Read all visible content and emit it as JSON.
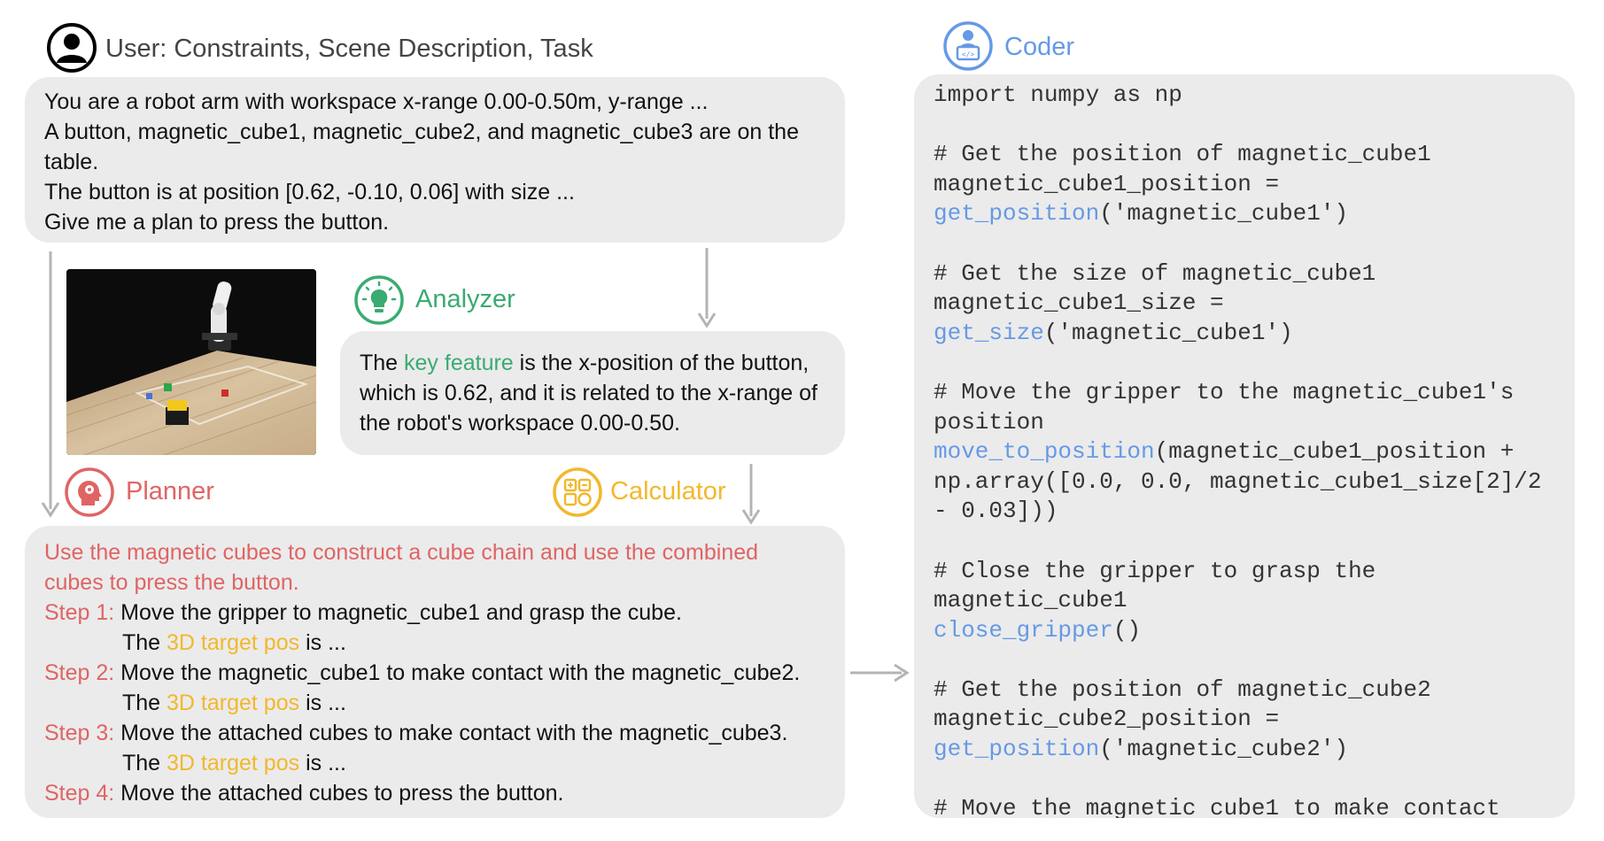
{
  "colors": {
    "bubble_bg": "#ebebeb",
    "analyzer_green": "#3aab72",
    "planner_red": "#e06464",
    "calculator_yellow": "#f2b82c",
    "coder_blue": "#6699e6",
    "arrow_gray": "#b4b4b4",
    "code_text": "#333333"
  },
  "user": {
    "icon": "user-avatar-icon",
    "label": "User: Constraints, Scene Description, Task",
    "lines": [
      "You are a robot arm with workspace x-range 0.00-0.50m, y-range ...",
      "A button, magnetic_cube1, magnetic_cube2, and magnetic_cube3 are on the",
      "table.",
      "The button is at position [0.62, -0.10, 0.06] with size ...",
      "Give me a plan to press the button."
    ]
  },
  "analyzer": {
    "icon": "lightbulb-icon",
    "label": "Analyzer",
    "line1_pre": "The ",
    "line1_highlight": "key feature",
    "line1_post": " is the x-position of the button,",
    "line2": "which is 0.62, and it is related to the x-range of",
    "line3": "the robot's workspace 0.00-0.50."
  },
  "planner": {
    "icon": "brain-head-icon",
    "label": "Planner",
    "intro": [
      "Use the magnetic cubes to construct a cube chain and use the combined",
      "cubes to press the button."
    ],
    "steps": [
      {
        "prefix": "Step 1:",
        "text": " Move the gripper to magnetic_cube1 and grasp the cube.",
        "sub": true
      },
      {
        "prefix": "Step 2:",
        "text": " Move the magnetic_cube1 to make contact with the magnetic_cube2.",
        "sub": true
      },
      {
        "prefix": "Step 3:",
        "text": " Move the attached cubes to make contact with the magnetic_cube3.",
        "sub": true
      },
      {
        "prefix": "Step 4:",
        "text": " Move the attached cubes to press the button.",
        "sub": false
      }
    ],
    "sub_pre": "The ",
    "sub_highlight": "3D target pos",
    "sub_post": " is ..."
  },
  "calculator": {
    "icon": "calculator-icon",
    "label": "Calculator"
  },
  "coder": {
    "icon": "coder-laptop-icon",
    "label": "Coder",
    "code_lines": [
      [
        {
          "t": "import numpy as np"
        }
      ],
      [
        {
          "t": ""
        }
      ],
      [
        {
          "t": "# Get the position of magnetic_cube1"
        }
      ],
      [
        {
          "t": "magnetic_cube1_position ="
        }
      ],
      [
        {
          "t": "get_position",
          "fn": true
        },
        {
          "t": "('magnetic_cube1')"
        }
      ],
      [
        {
          "t": ""
        }
      ],
      [
        {
          "t": "# Get the size of magnetic_cube1"
        }
      ],
      [
        {
          "t": "magnetic_cube1_size ="
        }
      ],
      [
        {
          "t": "get_size",
          "fn": true
        },
        {
          "t": "('magnetic_cube1')"
        }
      ],
      [
        {
          "t": ""
        }
      ],
      [
        {
          "t": "# Move the gripper to the magnetic_cube1's"
        }
      ],
      [
        {
          "t": "position"
        }
      ],
      [
        {
          "t": "move_to_position",
          "fn": true
        },
        {
          "t": "(magnetic_cube1_position +"
        }
      ],
      [
        {
          "t": "np.array([0.0, 0.0, magnetic_cube1_size[2]/2"
        }
      ],
      [
        {
          "t": "- 0.03]))"
        }
      ],
      [
        {
          "t": ""
        }
      ],
      [
        {
          "t": "# Close the gripper to grasp the"
        }
      ],
      [
        {
          "t": "magnetic_cube1"
        }
      ],
      [
        {
          "t": "close_gripper",
          "fn": true
        },
        {
          "t": "()"
        }
      ],
      [
        {
          "t": ""
        }
      ],
      [
        {
          "t": "# Get the position of magnetic_cube2"
        }
      ],
      [
        {
          "t": "magnetic_cube2_position ="
        }
      ],
      [
        {
          "t": "get_position",
          "fn": true
        },
        {
          "t": "('magnetic_cube2')"
        }
      ],
      [
        {
          "t": ""
        }
      ],
      [
        {
          "t": "# Move the magnetic cube1 to make contact"
        }
      ]
    ]
  }
}
